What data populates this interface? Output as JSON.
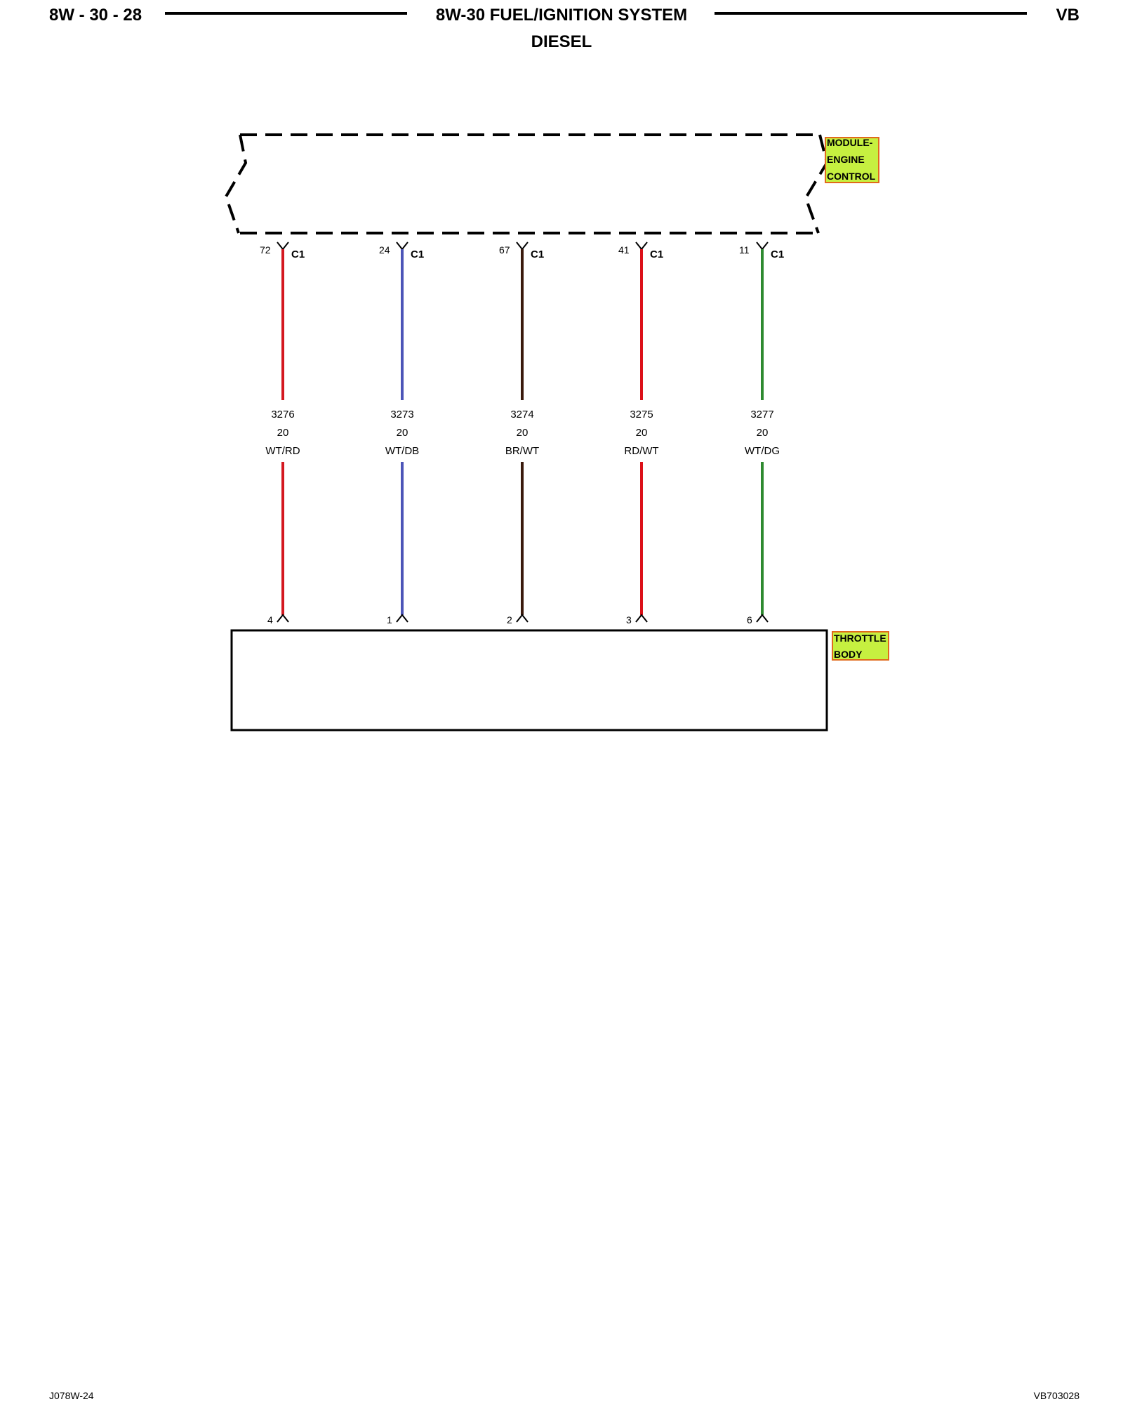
{
  "header": {
    "page_number": "8W - 30 - 28",
    "title": "8W-30 FUEL/IGNITION SYSTEM",
    "subtitle": "DIESEL",
    "model_code": "VB"
  },
  "footer": {
    "left_code": "J078W-24",
    "right_code": "VB703028"
  },
  "components": {
    "ecm": {
      "label_lines": [
        "MODULE-",
        "ENGINE",
        "CONTROL"
      ]
    },
    "throttle_body": {
      "label_lines": [
        "THROTTLE",
        "BODY"
      ]
    }
  },
  "wires": [
    {
      "ecm_pin": "72",
      "connector": "C1",
      "circuit": "3276",
      "gauge": "20",
      "color_code": "WT/RD",
      "tb_pin": "4",
      "color": "#d41820"
    },
    {
      "ecm_pin": "24",
      "connector": "C1",
      "circuit": "3273",
      "gauge": "20",
      "color_code": "WT/DB",
      "tb_pin": "1",
      "color": "#4c55b8"
    },
    {
      "ecm_pin": "67",
      "connector": "C1",
      "circuit": "3274",
      "gauge": "20",
      "color_code": "BR/WT",
      "tb_pin": "2",
      "color": "#3a1a0c"
    },
    {
      "ecm_pin": "41",
      "connector": "C1",
      "circuit": "3275",
      "gauge": "20",
      "color_code": "RD/WT",
      "tb_pin": "3",
      "color": "#dc1018"
    },
    {
      "ecm_pin": "11",
      "connector": "C1",
      "circuit": "3277",
      "gauge": "20",
      "color_code": "WT/DG",
      "tb_pin": "6",
      "color": "#2e8a30"
    }
  ]
}
